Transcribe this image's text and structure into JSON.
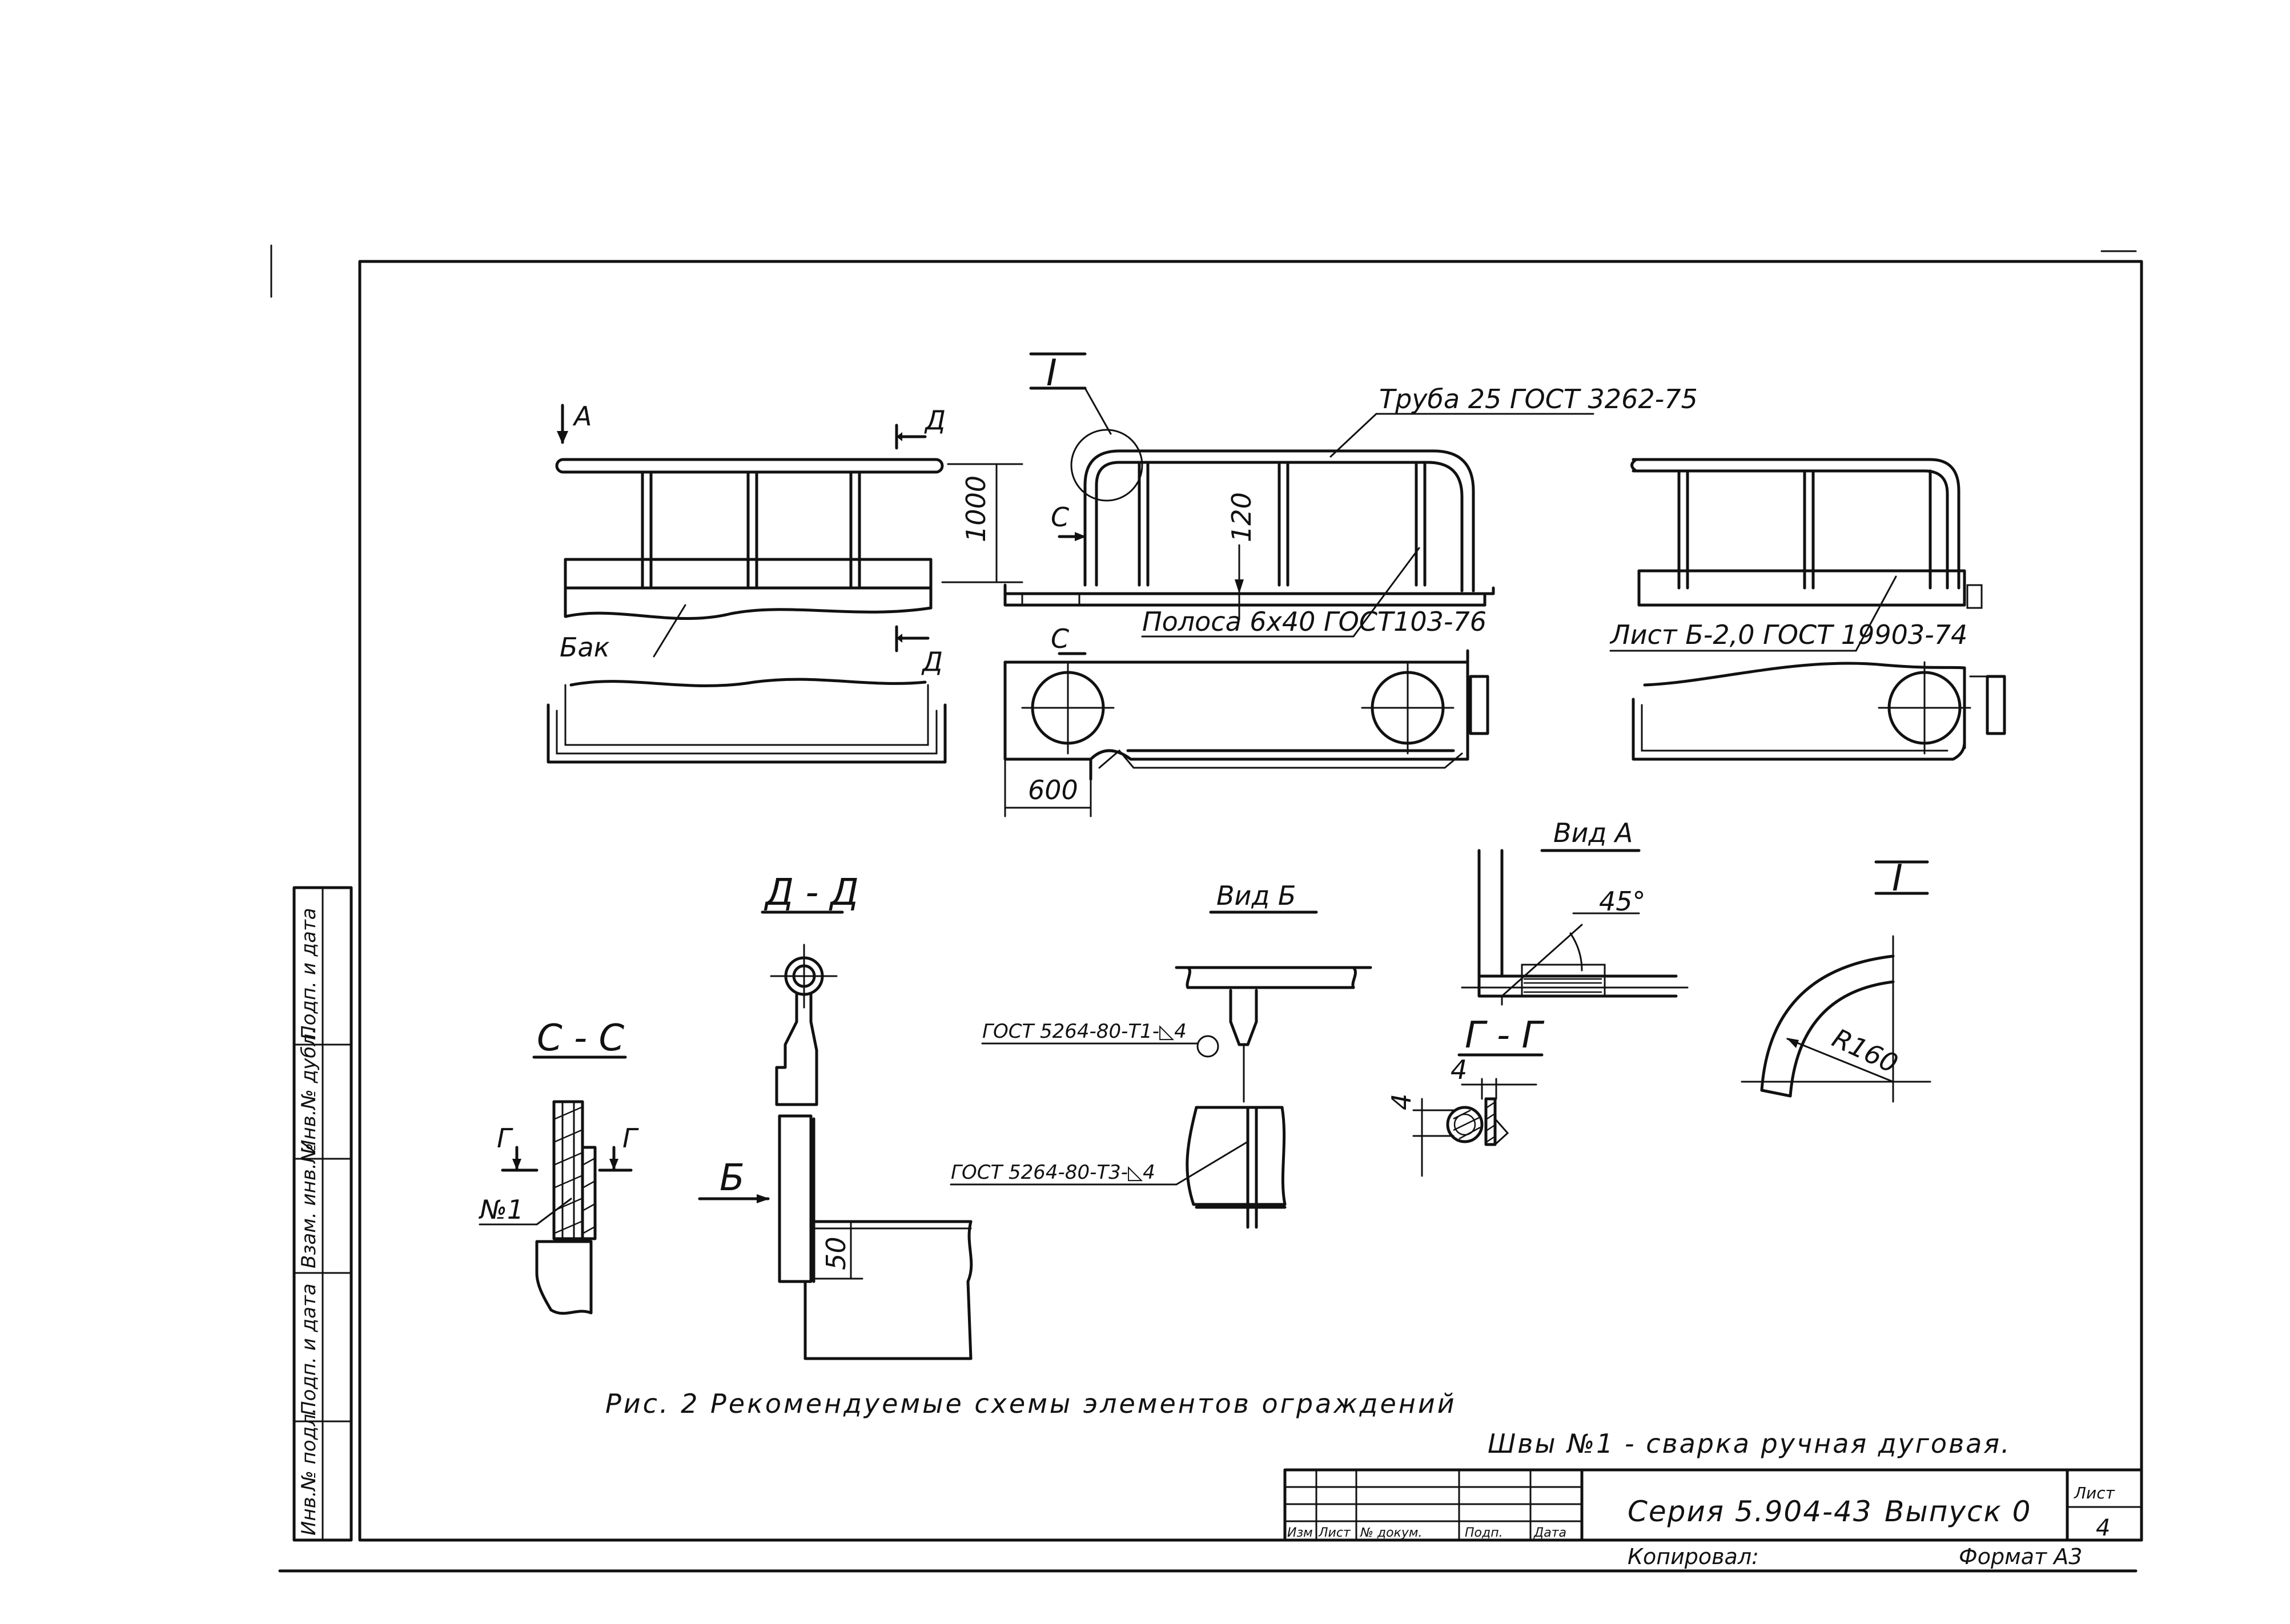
{
  "labels": {
    "arrow_a": "А",
    "arrow_d_top": "Д",
    "arrow_d_bottom": "Д",
    "dim_1000": "1000",
    "tank": "Бак",
    "callout_I": "I",
    "arrow_c_top": "С",
    "arrow_c_bottom": "С",
    "dim_120": "120",
    "pipe": "Труба 25 ГОСТ 3262-75",
    "strip": "Полоса 6х40 ГОСТ103-76",
    "dim_600": "600",
    "sheet_label": "Лист Б-2,0 ГОСТ 19903-74"
  },
  "sections": {
    "dd_title": "Д - Д",
    "cc_title": "С - С",
    "g_left": "Г",
    "g_right": "Г",
    "n1": "№1",
    "b_arrow": "Б",
    "dim_50": "50",
    "vid_b_title": "Вид Б",
    "weld_1": "ГОСТ 5264-80-Т1-◺4",
    "weld_2": "ГОСТ 5264-80-Т3-◺4",
    "vid_a_title": "Вид А",
    "angle_45": "45°",
    "gg_title": "Г - Г",
    "dim_4_h": "4",
    "dim_4_v": "4",
    "detail_I_title": "I",
    "r160": "R160"
  },
  "caption": "Рис. 2 Рекомендуемые схемы элементов ограждений",
  "welds_note": "Швы №1 - сварка ручная дуговая.",
  "side_stamp": [
    "Инв.№ подл.",
    "Подп. и дата",
    "Взам. инв.№",
    "Инв.№ дубл.",
    "Подп. и дата"
  ],
  "title_block": {
    "col_izm": "Изм",
    "col_list": "Лист",
    "col_doc": "№ докум.",
    "col_podp": "Подп.",
    "col_date": "Дата",
    "series": "Серия 5.904-43",
    "issue": "Выпуск 0",
    "sheet_label": "Лист",
    "sheet_num": "4",
    "copied": "Копировал:",
    "format": "Формат А3"
  }
}
